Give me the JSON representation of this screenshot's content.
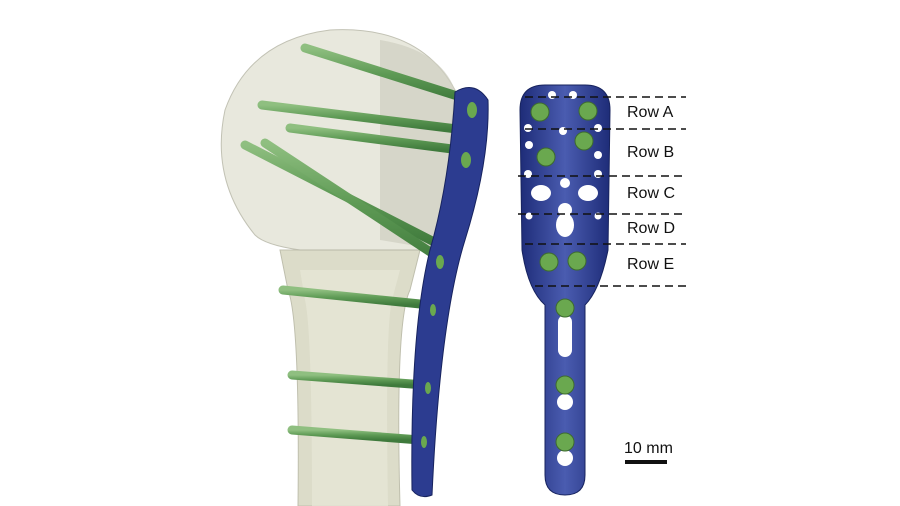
{
  "rows": [
    {
      "label": "Row A"
    },
    {
      "label": "Row B"
    },
    {
      "label": "Row C"
    },
    {
      "label": "Row D"
    },
    {
      "label": "Row E"
    }
  ],
  "scale_bar": {
    "label": "10 mm"
  },
  "colors": {
    "plate": "#2a3a8c",
    "screw": "#6aa84f",
    "bone": "#dcdccb",
    "dash": "#111111"
  }
}
